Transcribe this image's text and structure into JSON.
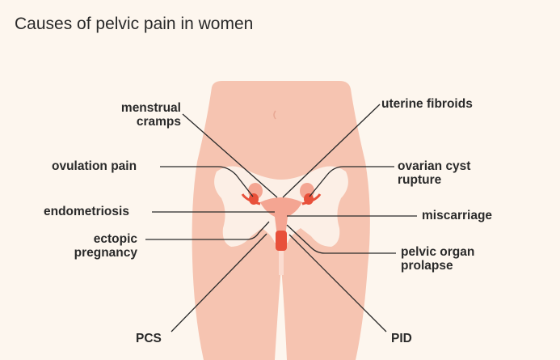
{
  "title": "Causes of pelvic pain in women",
  "labels": {
    "menstrual_cramps": [
      "menstrual",
      "cramps"
    ],
    "uterine_fibroids": "uterine fibroids",
    "ovulation_pain": "ovulation pain",
    "ovarian_cyst_rupture": [
      "ovarian cyst",
      "rupture"
    ],
    "endometriosis": "endometriosis",
    "miscarriage": "miscarriage",
    "ectopic_pregnancy": [
      "ectopic",
      "pregnancy"
    ],
    "pelvic_organ_prolapse": [
      "pelvic organ",
      "prolapse"
    ],
    "pcs": "PCS",
    "pid": "PID"
  },
  "colors": {
    "background": "#fdf6ee",
    "skin": "#f6c4b1",
    "pelvis": "#fcefe6",
    "organ": "#f08a72",
    "organ_dark": "#e8503a",
    "line": "#2a2a2a"
  }
}
